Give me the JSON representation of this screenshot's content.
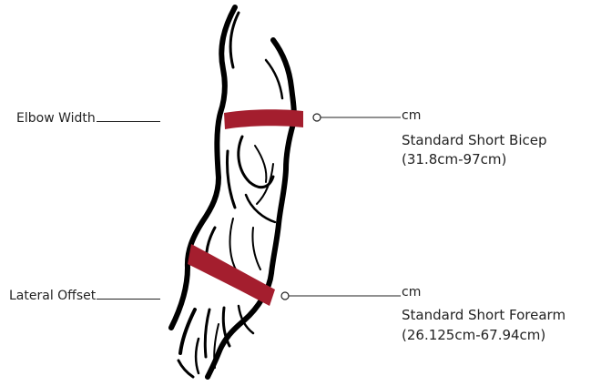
{
  "measurements": [
    {
      "left_label": "Elbow Width",
      "unit": "cm",
      "size_name": "Standard Short Bicep",
      "size_range": "(31.8cm-97cm)"
    },
    {
      "left_label": "Lateral Offset",
      "unit": "cm",
      "size_name": "Standard Short Forearm",
      "size_range": "(26.125cm-67.94cm)"
    }
  ],
  "colors": {
    "band": "#A41E2E",
    "outline": "#000000",
    "text": "#222222"
  }
}
